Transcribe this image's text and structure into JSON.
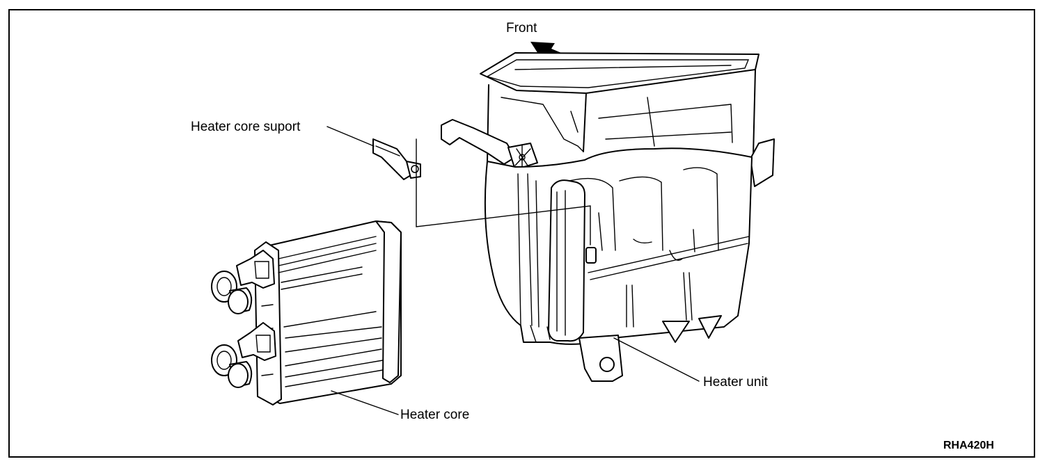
{
  "labels": {
    "front": "Front",
    "heater_core_support": "Heater core suport",
    "heater_unit": "Heater unit",
    "heater_core": "Heater core"
  },
  "figure_code": "RHA420H"
}
